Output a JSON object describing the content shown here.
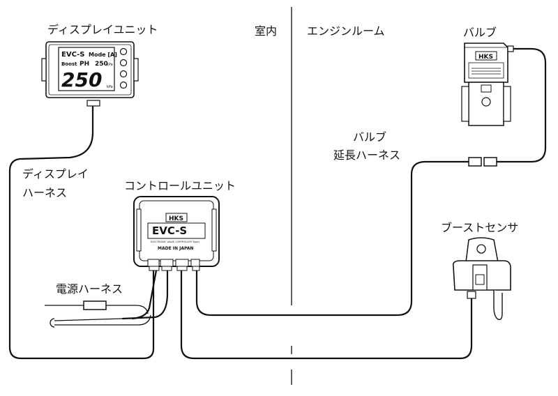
{
  "zones": {
    "indoor": "室内",
    "engine_room": "エンジンルーム"
  },
  "components": {
    "display_unit": "ディスプレイユニット",
    "valve": "バルブ",
    "valve_harness_line1": "バルブ",
    "valve_harness_line2": "延長ハーネス",
    "display_harness_line1": "ディスプレイ",
    "display_harness_line2": "ハーネス",
    "control_unit": "コントロールユニット",
    "boost_sensor": "ブーストセンサ",
    "power_harness": "電源ハーネス"
  },
  "display_screen": {
    "brand": "EVC-S",
    "mode": "Mode [A]",
    "boost": "Boost",
    "ph": "PH",
    "value_small": "250",
    "unit": "kPa",
    "value_big": "250"
  },
  "control_unit_face": {
    "logo": "HKS",
    "product": "EVC-S",
    "subtitle": "ELECTRONIC VALVE CONTROLLER Type1",
    "origin": "MADE IN JAPAN"
  },
  "valve_face": {
    "logo": "HKS"
  }
}
